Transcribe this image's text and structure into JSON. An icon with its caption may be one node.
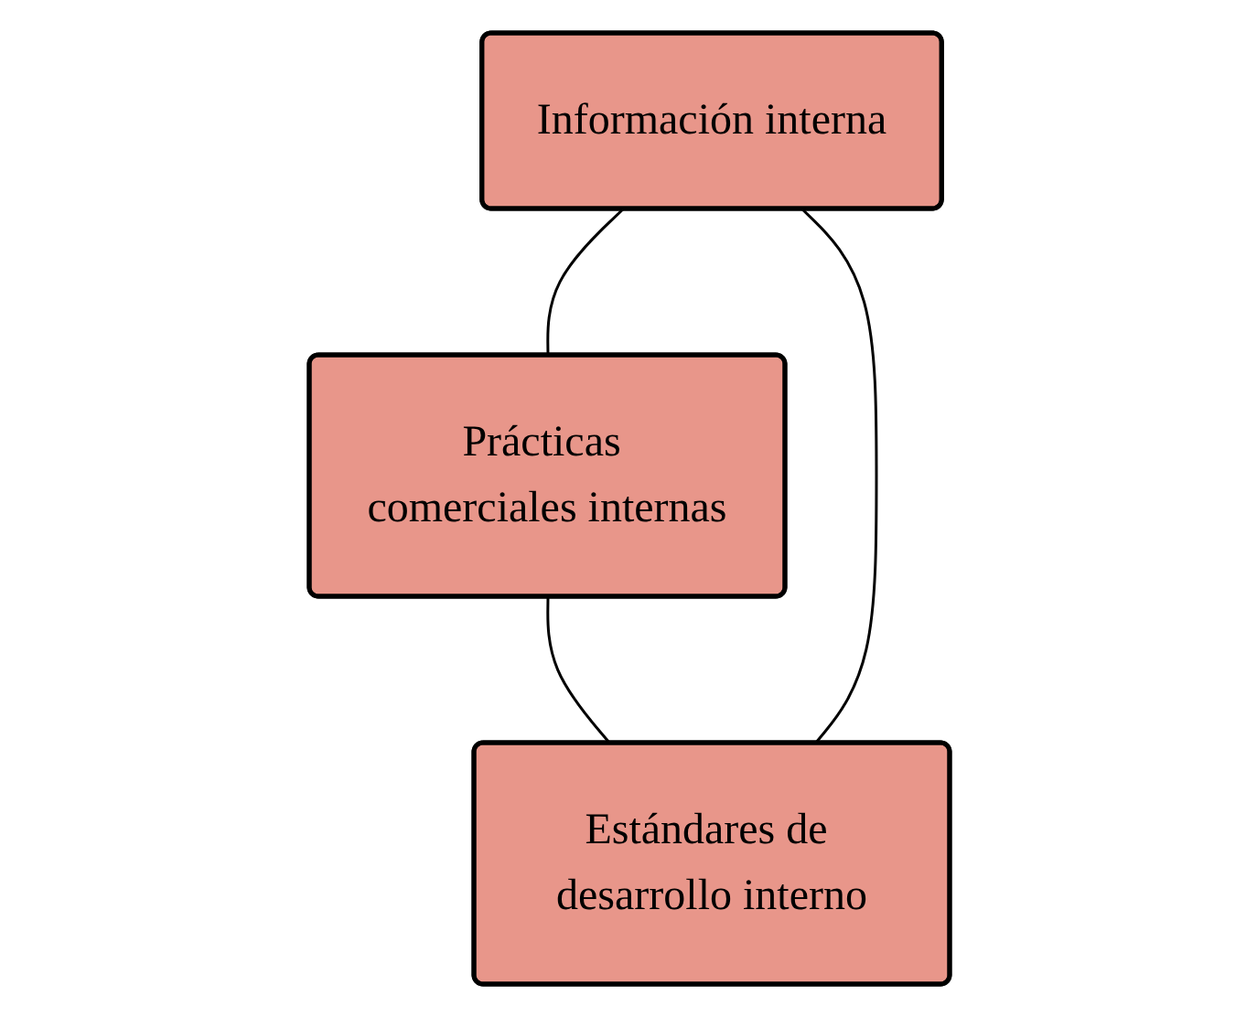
{
  "diagram": {
    "nodes": [
      {
        "text": [
          "Información interna"
        ]
      },
      {
        "text": [
          "Estándares de desarrollo interno"
        ]
      },
      {
        "text": [
          "Prácticas comerciales internas"
        ]
      }
    ],
    "edges": [
      {
        "from": 1,
        "to": 0,
        "arrow": "none"
      },
      {
        "from": 0,
        "to": 2,
        "arrow": "none"
      },
      {
        "from": 2,
        "to": 1,
        "arrow": "none"
      }
    ]
  }
}
